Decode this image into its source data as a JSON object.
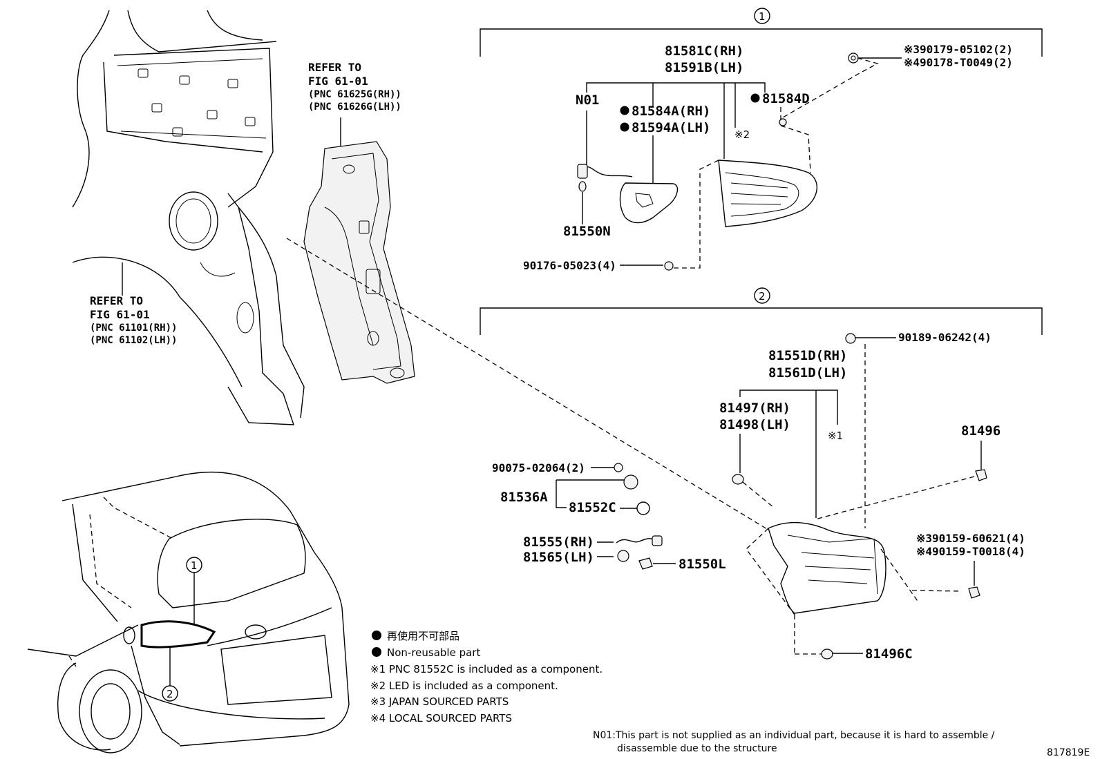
{
  "diagram": {
    "group_markers": [
      "1",
      "2"
    ],
    "refer_blocks": [
      {
        "line1": "REFER TO",
        "line2": "FIG 61-01",
        "pnc1": "(PNC 61625G(RH))",
        "pnc2": "(PNC 61626G(LH))"
      },
      {
        "line1": "REFER TO",
        "line2": "FIG 61-01",
        "pnc1": "(PNC 61101(RH))",
        "pnc2": "(PNC 61102(LH))"
      }
    ],
    "group1_parts": {
      "assy_rh": "81581C(RH)",
      "assy_lh": "81591B(LH)",
      "n01": "N01",
      "gasket_rh": "81584A(RH)",
      "gasket_lh": "81594A(LH)",
      "p81584d": "81584D",
      "note2_ref": "※2",
      "bulb": "81550N",
      "clip": "90176-05023(4)",
      "screw1": "※390179-05102(2)",
      "screw2": "※490178-T0049(2)"
    },
    "group2_parts": {
      "assy_rh": "81551D(RH)",
      "assy_lh": "81561D(LH)",
      "pad_rh": "81497(RH)",
      "pad_lh": "81498(LH)",
      "note1_ref": "※1",
      "cushion": "81496",
      "screw_top": "90189-06242(4)",
      "nut": "90075-02064(2)",
      "socket": "81536A",
      "oring": "81552C",
      "socket_rh": "81555(RH)",
      "socket_lh": "81565(LH)",
      "bulb": "81550L",
      "bolt1": "※390159-60621(4)",
      "bolt2": "※490159-T0018(4)",
      "cushion_c": "81496C"
    },
    "legend": {
      "jp": "再使用不可部品",
      "en": "Non-reusable part",
      "note1": "※1 PNC 81552C is included as a component.",
      "note2": "※2 LED is included as a component.",
      "note3": "※3 JAPAN SOURCED PARTS",
      "note4": "※4 LOCAL SOURCED PARTS"
    },
    "footnote": {
      "line1": "N01:This part is not supplied as an individual part, because it is hard to assemble /",
      "line2": "disassemble due to the structure"
    },
    "figure_code": "817819E"
  }
}
